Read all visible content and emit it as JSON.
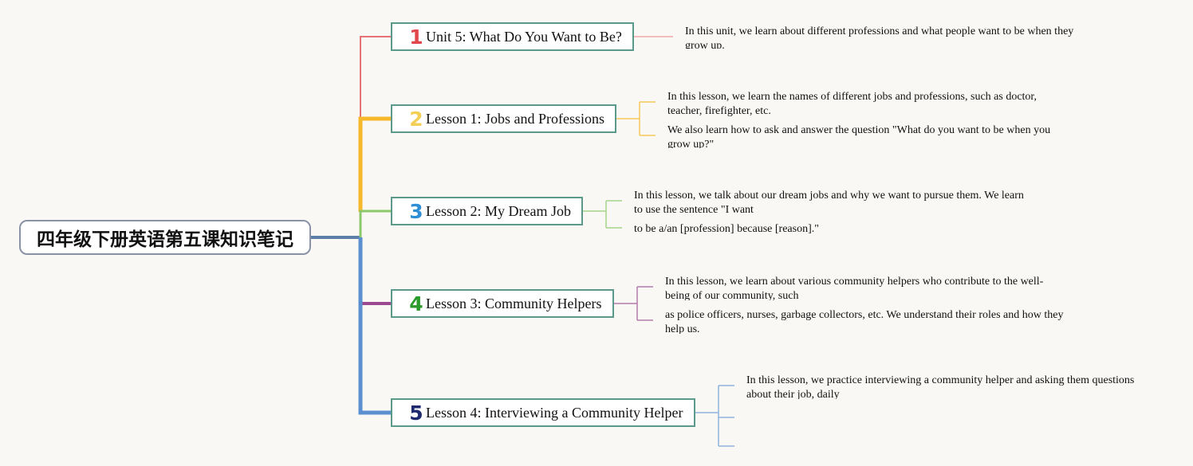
{
  "root": {
    "title": "四年级下册英语第五课知识笔记"
  },
  "topics": [
    {
      "number": "1",
      "title": "Unit 5: What Do You Want to Be?",
      "color": "#e0464b",
      "line_color": "#e57373",
      "notes": [
        "In this unit, we learn about different professions and what people want to be when they grow up."
      ]
    },
    {
      "number": "2",
      "title": "Lesson 1: Jobs and Professions",
      "color": "#f3cf55",
      "line_color": "#f6b92b",
      "notes": [
        "In this lesson, we learn the names of different jobs and professions, such as doctor, teacher, firefighter, etc.",
        "We also learn how to ask and answer the question \"What do you want to be when you grow up?\""
      ]
    },
    {
      "number": "3",
      "title": "Lesson 2: My Dream Job",
      "color": "#2e8fd6",
      "line_color": "#8bc86a",
      "notes": [
        "In this lesson, we talk about our dream jobs and why we want to pursue them. We learn to use the sentence \"I want",
        "to be a/an [profession] because [reason].\""
      ]
    },
    {
      "number": "4",
      "title": "Lesson 3: Community Helpers",
      "color": "#2a9a2a",
      "line_color": "#9b4a8f",
      "notes": [
        "In this lesson, we learn about various community helpers who contribute to the well-being of our community, such",
        "as police officers, nurses, garbage collectors, etc. We understand their roles and how they help us."
      ]
    },
    {
      "number": "5",
      "title": "Lesson 4: Interviewing a Community Helper",
      "color": "#1f2a6e",
      "line_color": "#5a8fd0",
      "notes": [
        "In this lesson, we practice interviewing a community helper and asking them questions about their job, daily"
      ]
    }
  ],
  "colors": {
    "root_border": "#8a93a6",
    "topic_border": "#5b9a8b",
    "root_link": "#5b7fa8",
    "background": "#f9f8f5"
  }
}
